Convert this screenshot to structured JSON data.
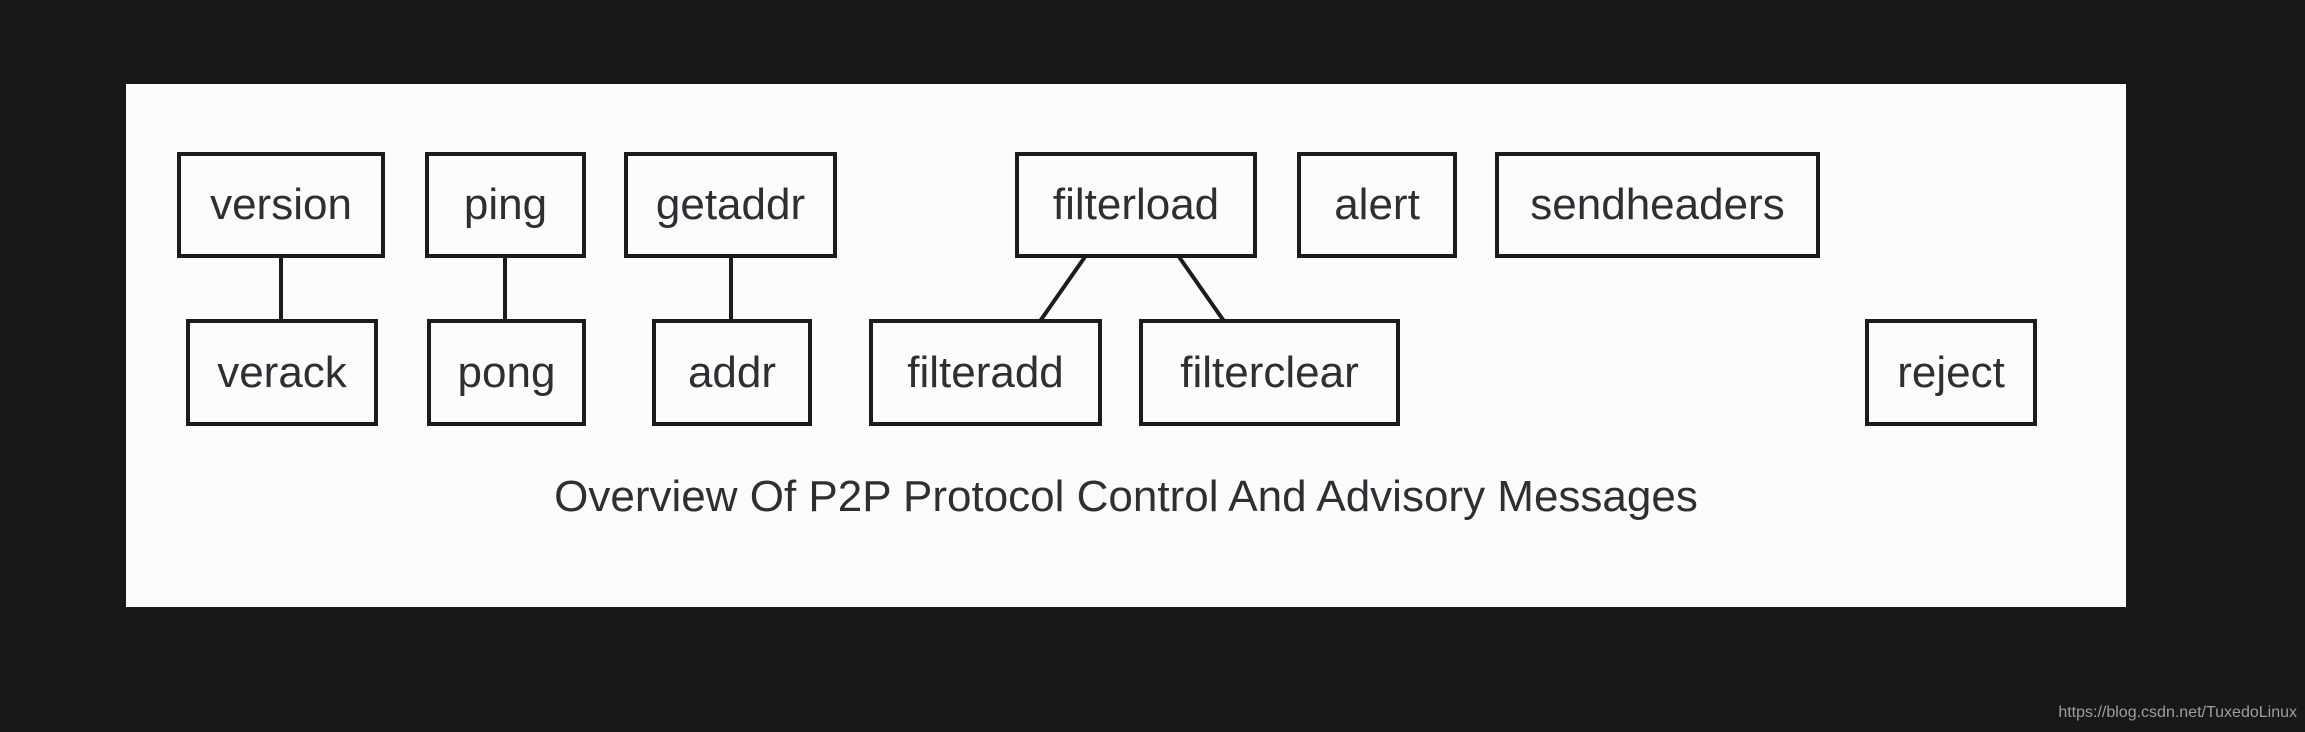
{
  "diagram": {
    "caption": "Overview Of P2P Protocol Control And Advisory Messages",
    "nodes": [
      {
        "label": "version"
      },
      {
        "label": "ping"
      },
      {
        "label": "getaddr"
      },
      {
        "label": "filterload"
      },
      {
        "label": "alert"
      },
      {
        "label": "sendheaders"
      },
      {
        "label": "verack"
      },
      {
        "label": "pong"
      },
      {
        "label": "addr"
      },
      {
        "label": "filteradd"
      },
      {
        "label": "filterclear"
      },
      {
        "label": "reject"
      }
    ],
    "edges": [
      "version-verack",
      "ping-pong",
      "getaddr-addr",
      "filterload-filteradd",
      "filterload-filterclear"
    ]
  },
  "watermark": "https://blog.csdn.net/TuxedoLinux",
  "colors": {
    "page_background": "#181818",
    "panel_background": "#fcfcfc",
    "box_border": "#1c1c1c",
    "text": "#2e2e33",
    "watermark_text": "#9e9e9e"
  }
}
